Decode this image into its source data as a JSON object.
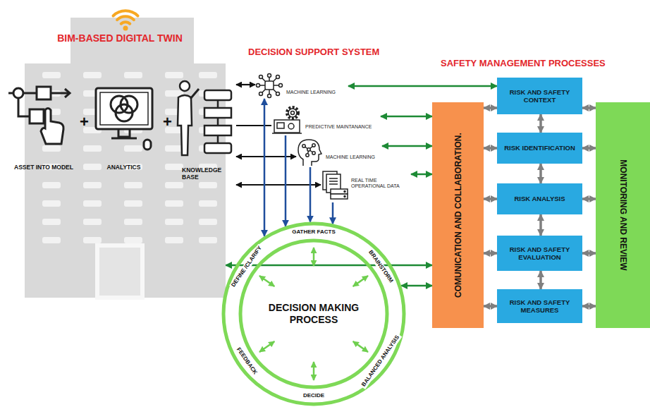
{
  "diagram": {
    "nodes": [
      {
        "text": [
          "BIM-BASED DIGITAL TWIN"
        ]
      },
      {
        "text": [
          "ASSET INTO MODEL"
        ],
        "in": 0
      },
      {
        "text": [
          "ANALYTICS"
        ],
        "in": 0
      },
      {
        "text": [
          "KNOWLEDGE BASE"
        ],
        "in": 0
      },
      {
        "text": [
          "MACHINE LEARNING"
        ]
      },
      {
        "text": [
          "PREDICTIVE MAINTANANCE"
        ]
      },
      {
        "text": [
          "MACHINE LEARNING"
        ]
      },
      {
        "text": [
          "REAL TIME OPERATIONAL DATA"
        ]
      },
      {
        "text": [
          "DECISION MAKING PROCESS",
          "GATHER FACTS",
          "BRAINSTORM",
          "BALANCED ANALYSIS",
          "DECIDE",
          "FEEDBACK",
          "DEFINE /CLARIFY"
        ]
      },
      {
        "text": [
          "COMUNICATION AND COLLABORATION."
        ]
      },
      {
        "text": [
          "RISK AND SAFETY CONTEXT"
        ]
      },
      {
        "text": [
          "RISK IDENTIFICATION"
        ]
      },
      {
        "text": [
          "RISK ANALYSIS"
        ]
      },
      {
        "text": [
          "RISK AND SAFETY EVALUATION"
        ]
      },
      {
        "text": [
          "RISK AND SAFETY MEASURES"
        ]
      },
      {
        "text": [
          "MONITORING AND REVIEW"
        ]
      }
    ],
    "edges": [
      {
        "from": 3,
        "to": 4,
        "arrow": "both"
      },
      {
        "from": 3,
        "to": 5,
        "arrow": "none"
      },
      {
        "from": 3,
        "to": 6,
        "arrow": "both"
      },
      {
        "from": 3,
        "to": 7,
        "arrow": "both"
      },
      {
        "from": 4,
        "to": 10,
        "arrow": "both"
      },
      {
        "from": 5,
        "to": 9,
        "arrow": "both"
      },
      {
        "from": 6,
        "to": 9,
        "arrow": "both"
      },
      {
        "from": 7,
        "to": 9,
        "arrow": "both"
      },
      {
        "from": 4,
        "to": 8,
        "arrow": "both"
      },
      {
        "from": 5,
        "to": 8,
        "arrow": "to"
      },
      {
        "from": 6,
        "to": 8,
        "arrow": "to"
      },
      {
        "from": 7,
        "to": 8,
        "arrow": "to"
      },
      {
        "from": 0,
        "to": 9,
        "arrow": "both"
      },
      {
        "from": 8,
        "to": 9,
        "arrow": "both"
      },
      {
        "from": 9,
        "to": 10,
        "arrow": "both"
      },
      {
        "from": 10,
        "to": 15,
        "arrow": "both"
      },
      {
        "from": 10,
        "to": 11,
        "arrow": "both"
      },
      {
        "from": 9,
        "to": 11,
        "arrow": "both"
      },
      {
        "from": 11,
        "to": 15,
        "arrow": "both"
      },
      {
        "from": 11,
        "to": 12,
        "arrow": "both"
      },
      {
        "from": 9,
        "to": 12,
        "arrow": "both"
      },
      {
        "from": 12,
        "to": 15,
        "arrow": "both"
      },
      {
        "from": 12,
        "to": 13,
        "arrow": "both"
      },
      {
        "from": 9,
        "to": 13,
        "arrow": "both"
      },
      {
        "from": 13,
        "to": 15,
        "arrow": "both"
      },
      {
        "from": 13,
        "to": 14,
        "arrow": "both"
      },
      {
        "from": 9,
        "to": 14,
        "arrow": "both"
      },
      {
        "from": 14,
        "to": 15,
        "arrow": "both"
      }
    ],
    "labels": [
      "DECISION SUPPORT SYSTEM",
      "SAFETY MANAGEMENT PROCESSES",
      "+",
      "+"
    ]
  }
}
